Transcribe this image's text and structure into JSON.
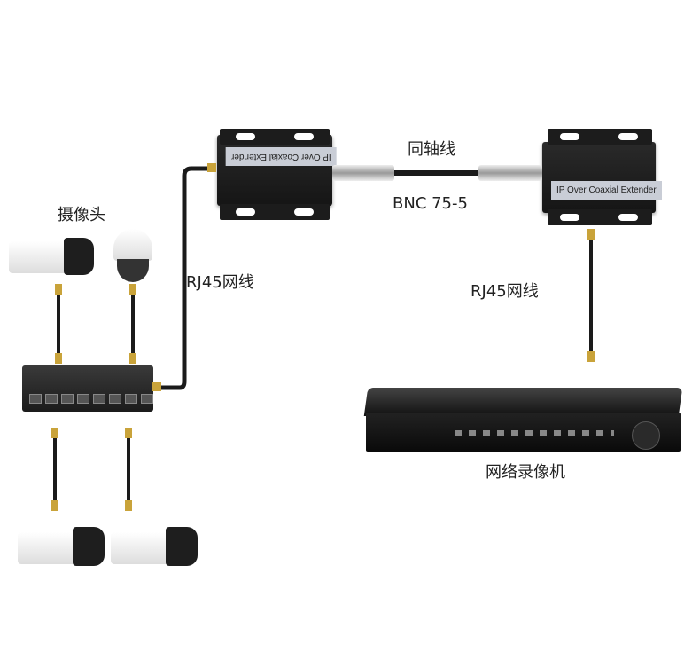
{
  "labels": {
    "coax": "同轴线",
    "bnc": "BNC 75-5",
    "cameras": "摄像头",
    "rj45_left": "RJ45网线",
    "rj45_right": "RJ45网线",
    "nvr": "网络录像机"
  },
  "devices": {
    "extender_left_plate": "IP Over Coaxial Extender",
    "extender_right_plate": "IP Over Coaxial Extender"
  },
  "colors": {
    "device": "#1c1c1c",
    "plate": "#c9cdd6",
    "rj45_plug": "#c9a33a"
  }
}
